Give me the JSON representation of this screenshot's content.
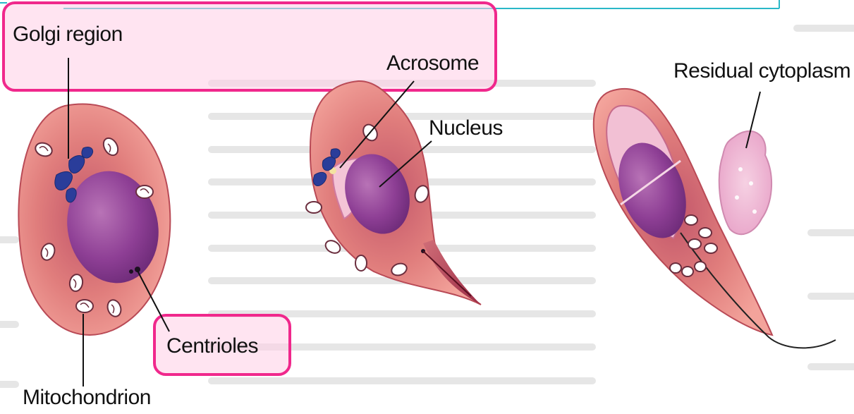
{
  "labels": {
    "golgi_region": "Golgi region",
    "acrosome": "Acrosome",
    "residual_cytoplasm": "Residual cytoplasm",
    "nucleus": "Nucleus",
    "centrioles": "Centrioles",
    "mitochondrion": "Mitochondrion"
  },
  "colors": {
    "highlight_border": "#f0288c",
    "highlight_fill": "#ffd0e6",
    "cell_fill": "#ec8a86",
    "nucleus_fill": "#8e3f95",
    "golgi": "#2a3d9a"
  }
}
